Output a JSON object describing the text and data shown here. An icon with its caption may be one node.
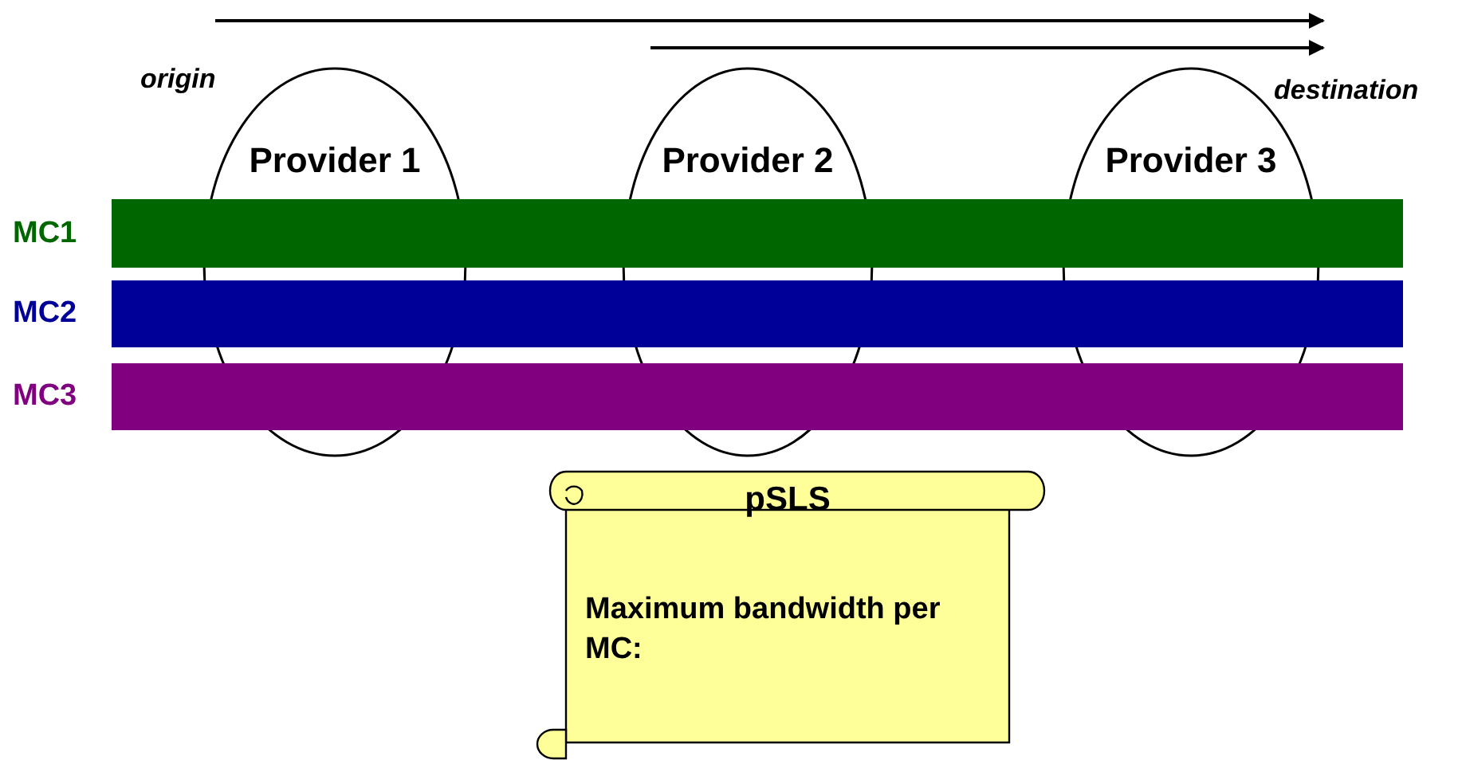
{
  "diagram": {
    "nodes": [
      {
        "text": [
          "Provider 1"
        ]
      },
      {
        "text": [
          "Provider 2"
        ]
      },
      {
        "text": [
          "Provider 3"
        ]
      },
      {
        "text": [
          "MC1"
        ]
      },
      {
        "text": [
          "MC2"
        ]
      },
      {
        "text": [
          "MC3"
        ]
      },
      {
        "text": [
          "pSLS",
          "Maximum bandwidth per MC:"
        ]
      }
    ],
    "edges": [],
    "labels": [
      "origin",
      "destination"
    ]
  }
}
